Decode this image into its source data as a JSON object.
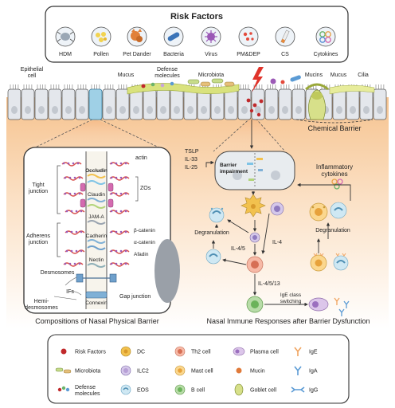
{
  "risk_factors": {
    "title": "Risk Factors",
    "items": [
      "HDM",
      "Pollen",
      "Pet Dander",
      "Bacteria",
      "Virus",
      "PM&DEP",
      "CS",
      "Cytokines"
    ]
  },
  "epithelium_labels": {
    "epithelial_cell": "Epithelial cell",
    "mucus_left": "Mucus",
    "defense_molecules": "Defense molecules",
    "microbiota": "Microbiota",
    "mucins": "Mucins",
    "mucus_right": "Mucus",
    "cilia": "Cilia",
    "chemical_barrier": "Chemical Barrier"
  },
  "physical_barrier": {
    "caption": "Compositions of Nasal Physical Barrier",
    "tight_junction": "Tight junction",
    "adherens_junction": "Adherens junction",
    "desmosomes": "Desmosomes",
    "ifs": "IFs",
    "hemi_desmosomes": "Hemi-desmosomes",
    "actin": "actin",
    "occludin": "Occludin",
    "claudin": "Claudin",
    "zos": "ZOs",
    "jam_a": "JAM-A",
    "cadherin": "Cadherin",
    "beta_catenin": "β-catenin",
    "alpha_catenin": "α-catenin",
    "afadin": "Afadin",
    "nectin": "Nectin",
    "connexin": "Connexin",
    "gap_junction": "Gap junction"
  },
  "immune": {
    "caption": "Nasal Immune Responses after Barrier Dysfunction",
    "tslp": "TSLP",
    "il33": "IL-33",
    "il25": "IL-25",
    "barrier_impairment": "Barrier impairment",
    "inflammatory_cytokines": "Inflammatory cytokines",
    "degranulation_left": "Degranulation",
    "degranulation_right": "Degranulation",
    "il45": "IL-4/5",
    "il4": "IL-4",
    "il4513": "IL-4/5/13",
    "ige_switching": "IgE class switching"
  },
  "legend": {
    "col1": [
      "Risk Factors",
      "Microbiota",
      "Defense molecules"
    ],
    "col2": [
      "DC",
      "ILC2",
      "EOS"
    ],
    "col3": [
      "Th2 cell",
      "Mast cell",
      "B cell"
    ],
    "col4": [
      "Plasma cell",
      "Mucin",
      "Goblet cell"
    ],
    "col5": [
      "IgE",
      "IgA",
      "IgG"
    ]
  },
  "colors": {
    "risk_factor_dot": "#c0292b",
    "th2": "#f0a08a",
    "mast": "#f5c46a",
    "b_cell": "#8fc77a",
    "plasma": "#c8a5d8",
    "ilc2": "#b7a0d6",
    "eos": "#9fd0e6",
    "dc": "#f2c14e",
    "mucin": "#e07a3a",
    "goblet": "#d7e08a",
    "ige": "#f0a35e",
    "iga": "#5b9bd5",
    "igg": "#5b9bd5",
    "tissue": "#fbe3c8",
    "cell_fill": "#e4e7ec"
  }
}
